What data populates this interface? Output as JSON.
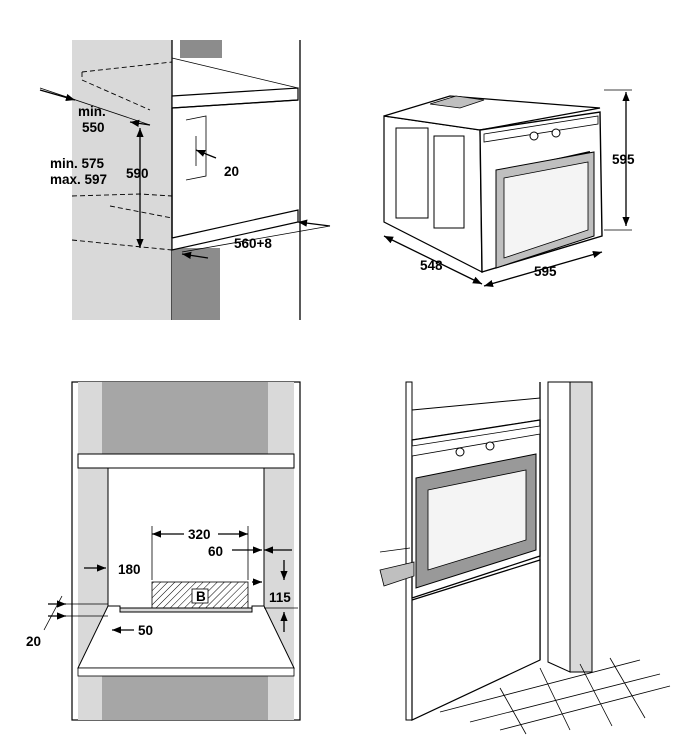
{
  "panel1": {
    "labels": {
      "min_label": "min.",
      "min_value": "550",
      "depth_range_min": "min. 575",
      "depth_range_max": "max. 597",
      "height": "590",
      "gap": "20",
      "width": "560+8"
    }
  },
  "panel2": {
    "labels": {
      "height": "595",
      "depth": "548",
      "width": "595"
    }
  },
  "panel3": {
    "labels": {
      "w320": "320",
      "w60": "60",
      "w180": "180",
      "area": "B",
      "h115": "115",
      "w20": "20",
      "w50": "50"
    }
  },
  "colors": {
    "wall_gray": "#d9d9d9",
    "dark_gray": "#a6a6a6",
    "mid_gray": "#8c8c8c"
  }
}
